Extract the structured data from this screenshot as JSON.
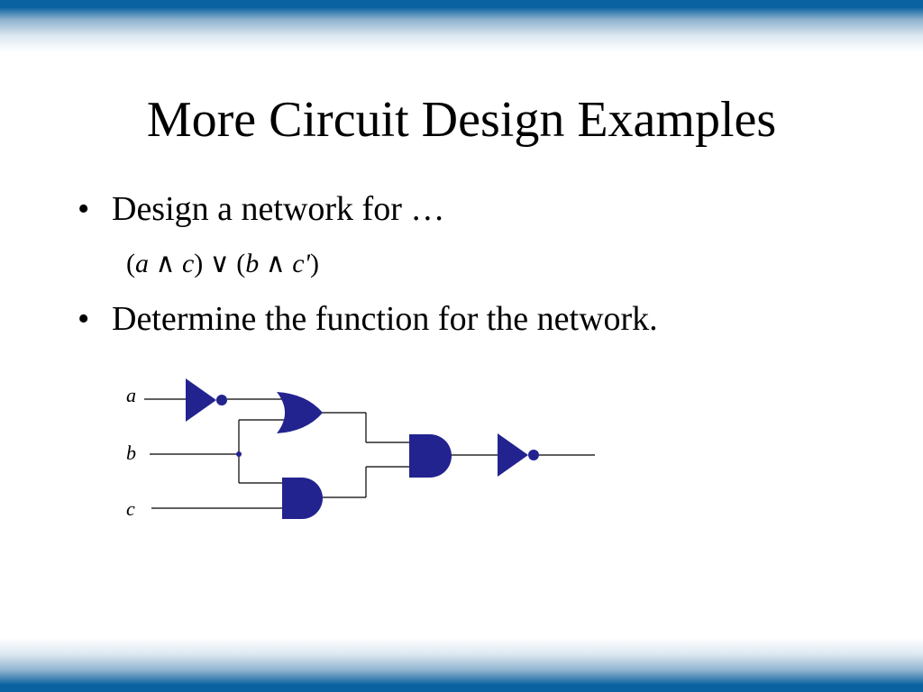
{
  "slide": {
    "title": "More Circuit Design Examples",
    "bullets": [
      "Design a network for …",
      "Determine the function for the network."
    ],
    "bullet_glyph": "•",
    "formula": {
      "open1": "(",
      "a": "a",
      "and1": " ∧ ",
      "c": "c",
      "close1": ")",
      "or": " ∨ ",
      "open2": "(",
      "b": "b",
      "and2": " ∧ ",
      "cprime": "c'",
      "close2": ")"
    }
  },
  "circuit": {
    "inputs": [
      "a",
      "b",
      "c"
    ],
    "gate_color": "#22238f",
    "wire_color": "#000000"
  },
  "theme": {
    "band_color": "#0a62a0"
  }
}
